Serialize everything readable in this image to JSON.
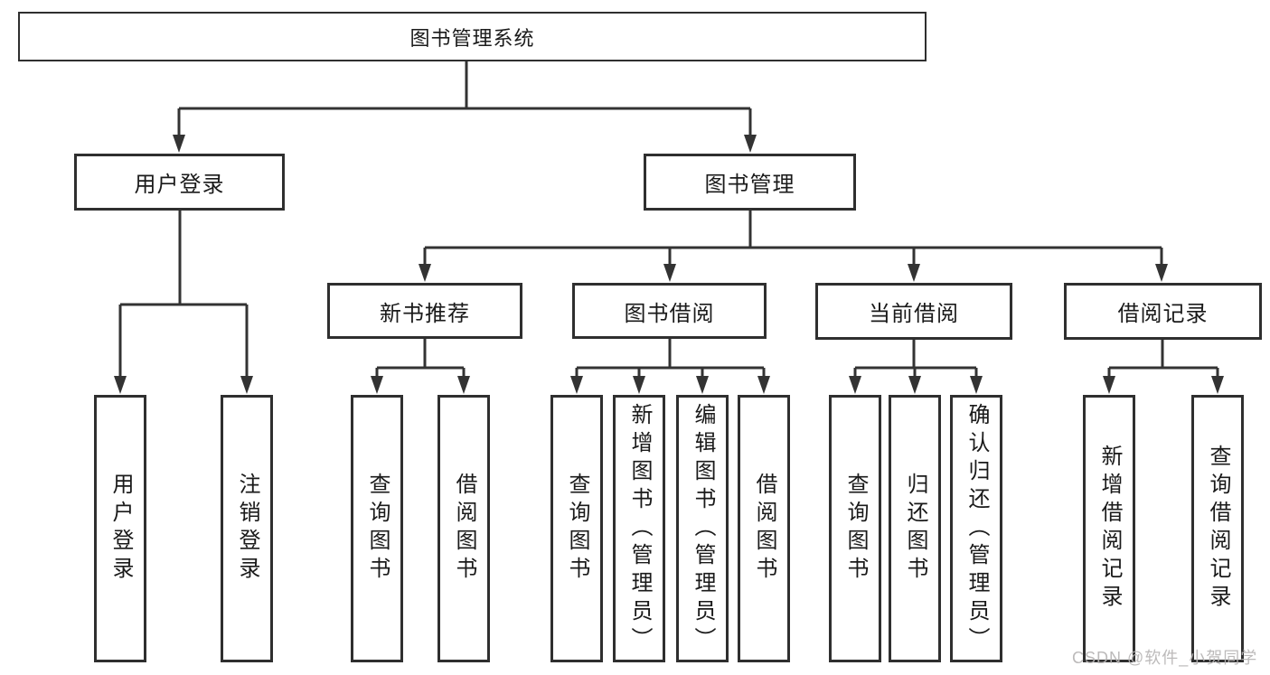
{
  "diagram": {
    "type": "tree",
    "title": "图书管理系统",
    "colors": {
      "line": "#333333",
      "box_border": "#2f2f2f",
      "box_fill": "#ffffff",
      "text": "#1a1a1a",
      "background": "#ffffff",
      "watermark": "#b7b5b5"
    },
    "tree": {
      "root": {
        "label": "图书管理系统",
        "children": [
          {
            "label": "用户登录",
            "children": [
              {
                "label": "用户登录"
              },
              {
                "label": "注销登录"
              }
            ]
          },
          {
            "label": "图书管理",
            "children": [
              {
                "label": "新书推荐",
                "children": [
                  {
                    "label": "查询图书"
                  },
                  {
                    "label": "借阅图书"
                  }
                ]
              },
              {
                "label": "图书借阅",
                "children": [
                  {
                    "label": "查询图书"
                  },
                  {
                    "label": "新增图书（管理员）"
                  },
                  {
                    "label": "编辑图书（管理员）"
                  },
                  {
                    "label": "借阅图书"
                  }
                ]
              },
              {
                "label": "当前借阅",
                "children": [
                  {
                    "label": "查询图书"
                  },
                  {
                    "label": "归还图书"
                  },
                  {
                    "label": "确认归还（管理员）"
                  }
                ]
              },
              {
                "label": "借阅记录",
                "children": [
                  {
                    "label": "新增借阅记录"
                  },
                  {
                    "label": "查询借阅记录"
                  }
                ]
              }
            ]
          }
        ]
      }
    }
  },
  "watermark": {
    "text": "CSDN @软件_小贺同学"
  }
}
